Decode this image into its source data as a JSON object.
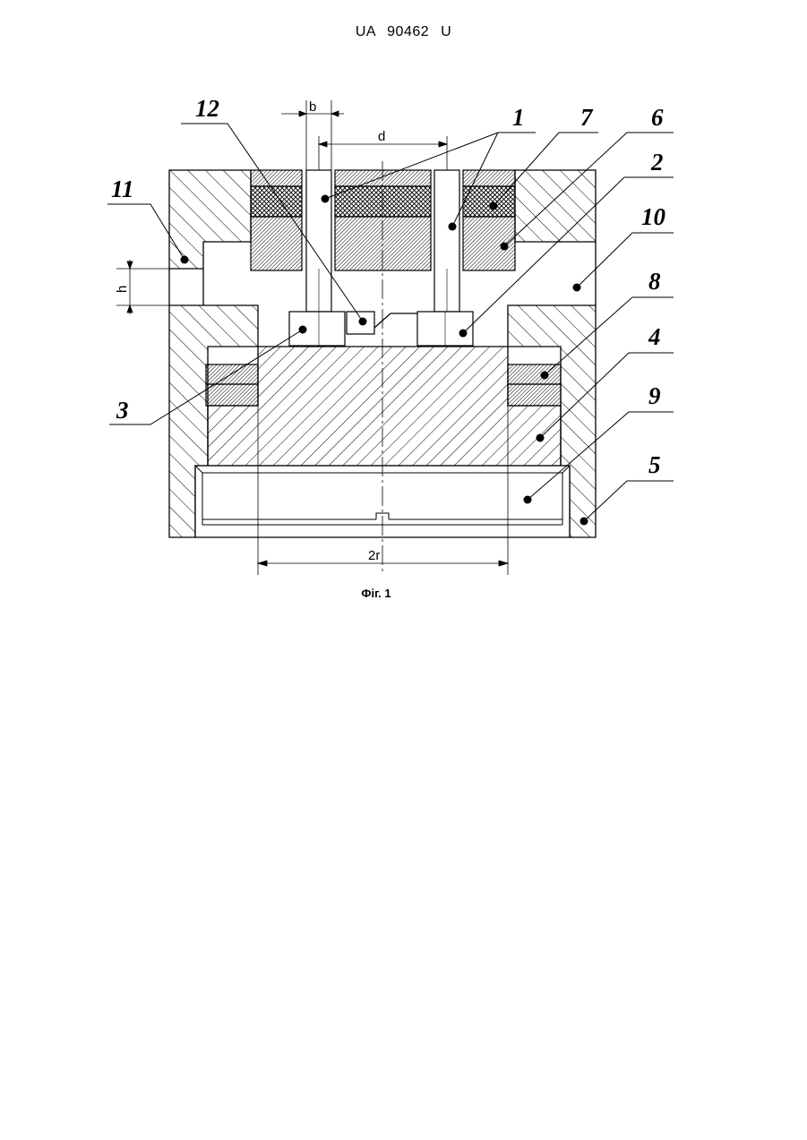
{
  "header": {
    "patent_number": "UA   90462   U"
  },
  "figure": {
    "caption": "Фіг. 1",
    "labels": {
      "l1": "1",
      "l2": "2",
      "l3": "3",
      "l4": "4",
      "l5": "5",
      "l6": "6",
      "l7": "7",
      "l8": "8",
      "l9": "9",
      "l10": "10",
      "l11": "11",
      "l12": "12"
    },
    "dimensions": {
      "b": "b",
      "d": "d",
      "h": "h",
      "two_r": "2r"
    }
  }
}
